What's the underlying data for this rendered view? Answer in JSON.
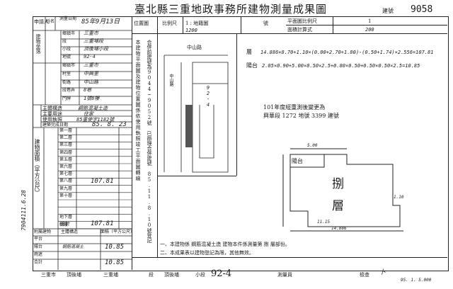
{
  "title": "臺北縣三重地政事務所建物測量成果圖",
  "building_no_label": "建號",
  "building_no": "9058",
  "header": {
    "survey_date_label": "測量日期",
    "survey_date": "85年9月13日",
    "location_map_label": "位置圖",
    "scale_label": "比例尺",
    "scale_value": "1 : 地籍圖",
    "scale_denominator": "1200",
    "number_label": "號",
    "floor_plan_scale_label": "平面圖比例尺",
    "floor_plan_scale_value": "1",
    "area_calc_label": "面積計算式",
    "area_calc_denominator": "200"
  },
  "left_table": {
    "applicant_label": "申請人",
    "applicant_sub": "姓名",
    "building_location_label": "建物坐落",
    "location_rows": [
      {
        "label": "鄉鎮市",
        "value": "三重市"
      },
      {
        "label": "段",
        "value": "三重埔段"
      },
      {
        "label": "小段",
        "value": "頂後埔小段"
      },
      {
        "label": "地號",
        "value": "92-4"
      },
      {
        "label": "鄉鎮市",
        "value": "三重市"
      },
      {
        "label": "村里",
        "value": "中興里"
      },
      {
        "label": "街路",
        "value": "中山路"
      },
      {
        "label": "段巷弄",
        "value": "8巷"
      },
      {
        "label": "門牌",
        "value": "1號8樓"
      }
    ],
    "structure_label": "主體構造",
    "structure_value": "鋼筋混凝土造",
    "main_use_label": "主要用途",
    "main_use_value": "住家",
    "permit_label": "使用執照",
    "permit_value": "85重使字1182號",
    "completion_label": "建築完成日期",
    "completion_value": "85. 8. 23",
    "area_section_label": "建物面積（平方公尺）",
    "floors": [
      {
        "label": "第一層",
        "value": ""
      },
      {
        "label": "第二層",
        "value": ""
      },
      {
        "label": "第三層",
        "value": ""
      },
      {
        "label": "第四層",
        "value": ""
      },
      {
        "label": "第五層",
        "value": ""
      },
      {
        "label": "第六層",
        "value": ""
      },
      {
        "label": "第七層",
        "value": ""
      },
      {
        "label": "第八層",
        "value": "107.81"
      },
      {
        "label": "第九層",
        "value": ""
      },
      {
        "label": "第十層",
        "value": ""
      },
      {
        "label": "",
        "value": ""
      },
      {
        "label": "",
        "value": ""
      },
      {
        "label": "地下層",
        "value": ""
      },
      {
        "label": "騎樓",
        "value": ""
      }
    ],
    "total_label": "總計",
    "total_value": "107.81",
    "attach_label": "附屬建物",
    "attach_col1": "主體構造",
    "attach_col2": "面積（平方公尺）",
    "attach_rows": [
      {
        "label": "平台",
        "structure": "",
        "value": ""
      },
      {
        "label": "陽台",
        "structure": "鋼筋混凝土",
        "value": "10.85"
      },
      {
        "label": "雨遮",
        "structure": "",
        "value": ""
      },
      {
        "label": "合計",
        "structure": "",
        "value": "10.85"
      }
    ],
    "side_stamp": "7904111.6.28"
  },
  "notes_left_col": "本建物平面圖及建物位置圖係依使用執照竣工平面圖轉繪",
  "notes_mid_col": "合併前建號為9044~9052號 已辦理合併建號 85.11.8.10號登記",
  "location_map": {
    "road_label": "中山路",
    "side_road": "中山路",
    "lot_label": "92-4"
  },
  "floor_plan": {
    "calc_line1_label": "層",
    "calc_line1": "14.886×8.70+1.10×(0.00+2.70+1.80)-(0.50+1.74)×2.556=107.81",
    "calc_line2_label": "陽台",
    "calc_line2": "2.05×0.90+5.00×0.50×2.5+0.80×0.50+0.50×0.50×2.5=10.85",
    "amend_note_line1": "101年度經重測後變更為",
    "amend_note_line2": "興華段 1272 地號 3399 建號",
    "balcony_label": "陽台",
    "floor_label_1": "捌",
    "floor_label_2": "層",
    "dim_top": "5.00",
    "dim_side": "1.10",
    "dim_bottom": "11.15",
    "dim_base": "14.886"
  },
  "footer_notes": {
    "line1": "一、本建物係 鋼筋混凝土造 建物本件係測量第 捌 層部份。",
    "line2": "二、本成果表以建物登記為限，其他無效。"
  },
  "bottom_row": {
    "city": "三重市",
    "district_label": "頂後埔",
    "district_value": "三重埔",
    "section_label": "段",
    "section_value": "頂後埔",
    "parcel_label": "小段",
    "lot": "92-4",
    "surveyor_label": "測量員",
    "checker_label": "檢查",
    "checker_value": "卜",
    "print_date": "95. 1. 5.000"
  }
}
